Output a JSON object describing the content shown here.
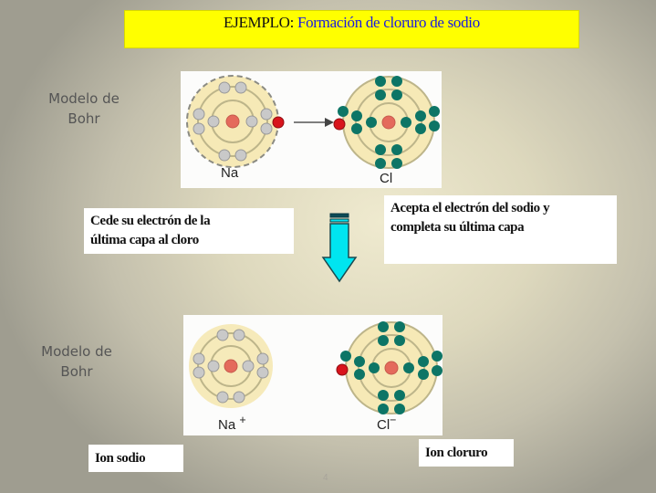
{
  "title": {
    "prefix": "EJEMPLO:",
    "main": " Formación de cloruro de sodio",
    "background_color": "#ffff00",
    "main_color": "#1a1ae0"
  },
  "top_section": {
    "side_label_line1": "Modelo de",
    "side_label_line2": "Bohr",
    "atoms": [
      {
        "symbol": "Na",
        "shells": [
          2,
          8,
          1
        ],
        "note": "outer electron (red) transferred"
      },
      {
        "symbol": "Cl",
        "shells": [
          2,
          8,
          7
        ],
        "note": "receives red electron"
      }
    ],
    "transfer_arrow": "right-arrow"
  },
  "middle_section": {
    "left_note": {
      "line1": "Cede su electrón de la",
      "line2": "última capa al cloro"
    },
    "right_note": {
      "line1": "Acepta el electrón del sodio y",
      "line2": "completa su última capa"
    },
    "down_arrow_color": "#00e5f0"
  },
  "bottom_section": {
    "side_label_line1": "Modelo de",
    "side_label_line2": "Bohr",
    "atoms": [
      {
        "symbol": "Na",
        "charge": "+",
        "shells": [
          2,
          8
        ]
      },
      {
        "symbol": "Cl",
        "charge": "−",
        "shells": [
          2,
          8,
          8
        ]
      }
    ],
    "left_caption": "Ion sodio",
    "right_caption": "Ion cloruro"
  },
  "colors": {
    "nucleus": "#e46a5c",
    "na_electron": "#c9c9c9",
    "cl_electron": "#0d7566",
    "transferred_electron": "#d8141c",
    "atom_fill": "#f6e9b6"
  },
  "page_number": "4"
}
